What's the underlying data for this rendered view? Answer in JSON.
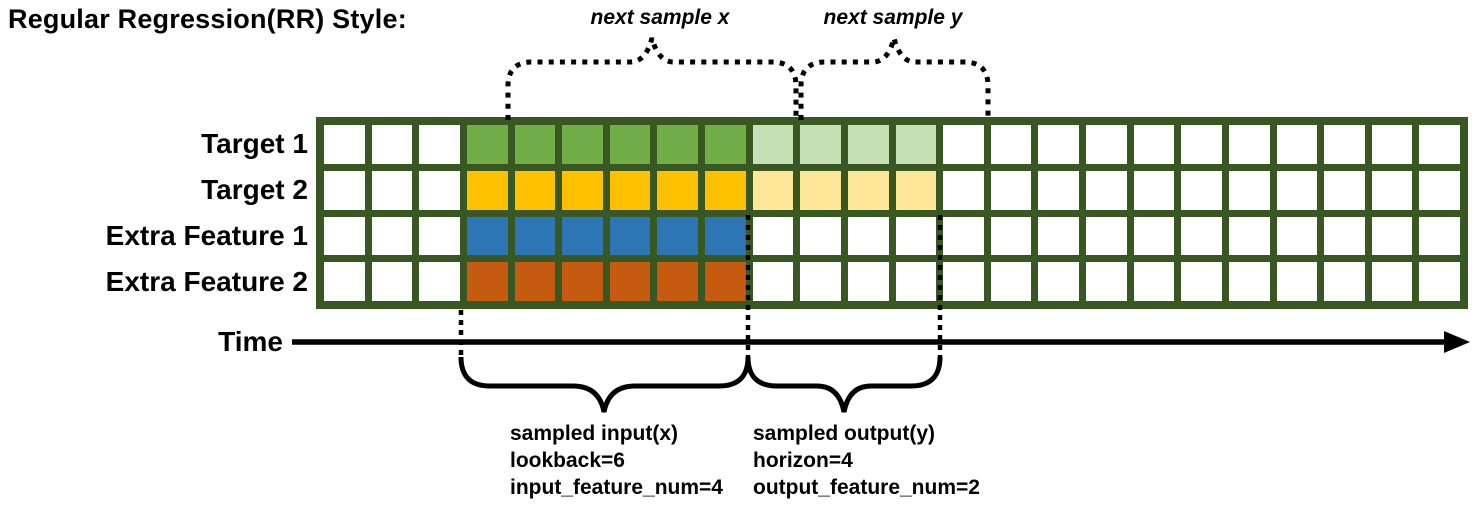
{
  "title": "Regular Regression(RR) Style:",
  "time_label": "Time",
  "annotations": {
    "next_sample_x": "next sample x",
    "next_sample_y": "next sample y",
    "input": [
      "sampled input(x)",
      "lookback=6",
      "input_feature_num=4"
    ],
    "output": [
      "sampled output(y)",
      "horizon=4",
      "output_feature_num=2"
    ]
  },
  "grid": {
    "columns": 24,
    "lookback": {
      "start": 3,
      "length": 6
    },
    "horizon": {
      "start": 9,
      "length": 4
    },
    "border_color": "#385723",
    "empty_cell_color": "#ffffff",
    "rows": [
      {
        "label": "Target 1",
        "input_color": "#70AD47",
        "output_color": "#C5E0B4"
      },
      {
        "label": "Target 2",
        "input_color": "#FFC000",
        "output_color": "#FFE699"
      },
      {
        "label": "Extra Feature 1",
        "input_color": "#2E75B6",
        "output_color": null
      },
      {
        "label": "Extra Feature 2",
        "input_color": "#C55A11",
        "output_color": null
      }
    ]
  },
  "colors": {
    "ink": "#000000"
  }
}
